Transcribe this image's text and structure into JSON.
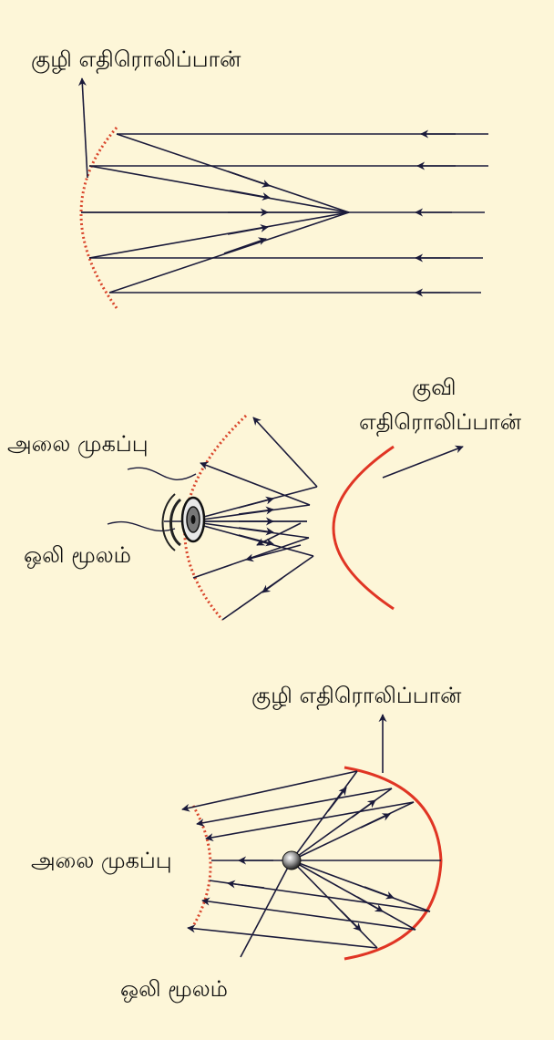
{
  "colors": {
    "background": "#fdf6d8",
    "ray": "#1a1a3a",
    "mirror": "#e03524",
    "wavefront": "#d9462c"
  },
  "panel_top": {
    "mirror_label": "குழி எதிரொலிப்பான்"
  },
  "panel_middle": {
    "mirror_label_line1": "குவி",
    "mirror_label_line2": "எதிரொலிப்பான்",
    "wavefront_label": "அலை முகப்பு",
    "source_label": "ஒலி மூலம்",
    "source_icon": "speaker-icon"
  },
  "panel_bottom": {
    "mirror_label": "குழி எதிரொலிப்பான்",
    "wavefront_label": "அலை முகப்பு",
    "source_label": "ஒலி மூலம்",
    "source_icon": "sphere-source-icon"
  }
}
